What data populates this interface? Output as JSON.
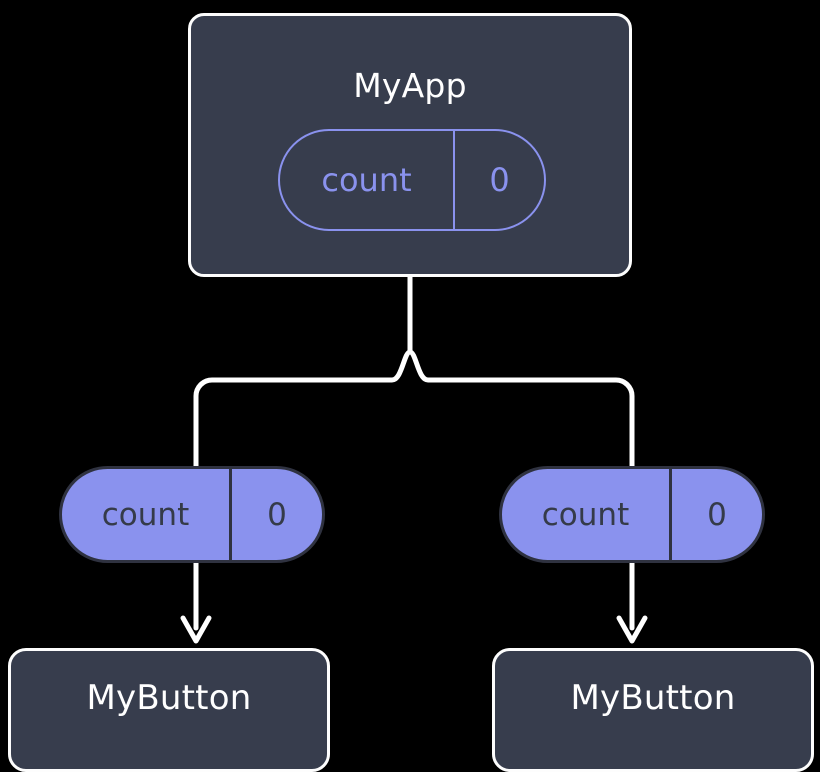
{
  "diagram": {
    "title": "React component state / props flow",
    "background_color": "#000000",
    "colors": {
      "box_fill": "#373d4d",
      "box_border": "#fdfdfd",
      "pill_accent": "#8a92ee",
      "pill_text_dark": "#353b49",
      "wire": "#ffffff"
    },
    "parent": {
      "label": "MyApp",
      "state_pill": {
        "key": "count",
        "value": "0",
        "style": "outlined"
      }
    },
    "children": [
      {
        "props_pill": {
          "key": "count",
          "value": "0",
          "style": "filled"
        },
        "label": "MyButton"
      },
      {
        "props_pill": {
          "key": "count",
          "value": "0",
          "style": "filled"
        },
        "label": "MyButton"
      }
    ],
    "connectors": [
      {
        "from": "MyApp",
        "to": "branch-junction",
        "kind": "line"
      },
      {
        "from": "branch-junction",
        "to": "left-props-pill",
        "kind": "elbow"
      },
      {
        "from": "branch-junction",
        "to": "right-props-pill",
        "kind": "elbow"
      },
      {
        "from": "left-props-pill",
        "to": "left-MyButton",
        "kind": "arrow"
      },
      {
        "from": "right-props-pill",
        "to": "right-MyButton",
        "kind": "arrow"
      }
    ]
  }
}
